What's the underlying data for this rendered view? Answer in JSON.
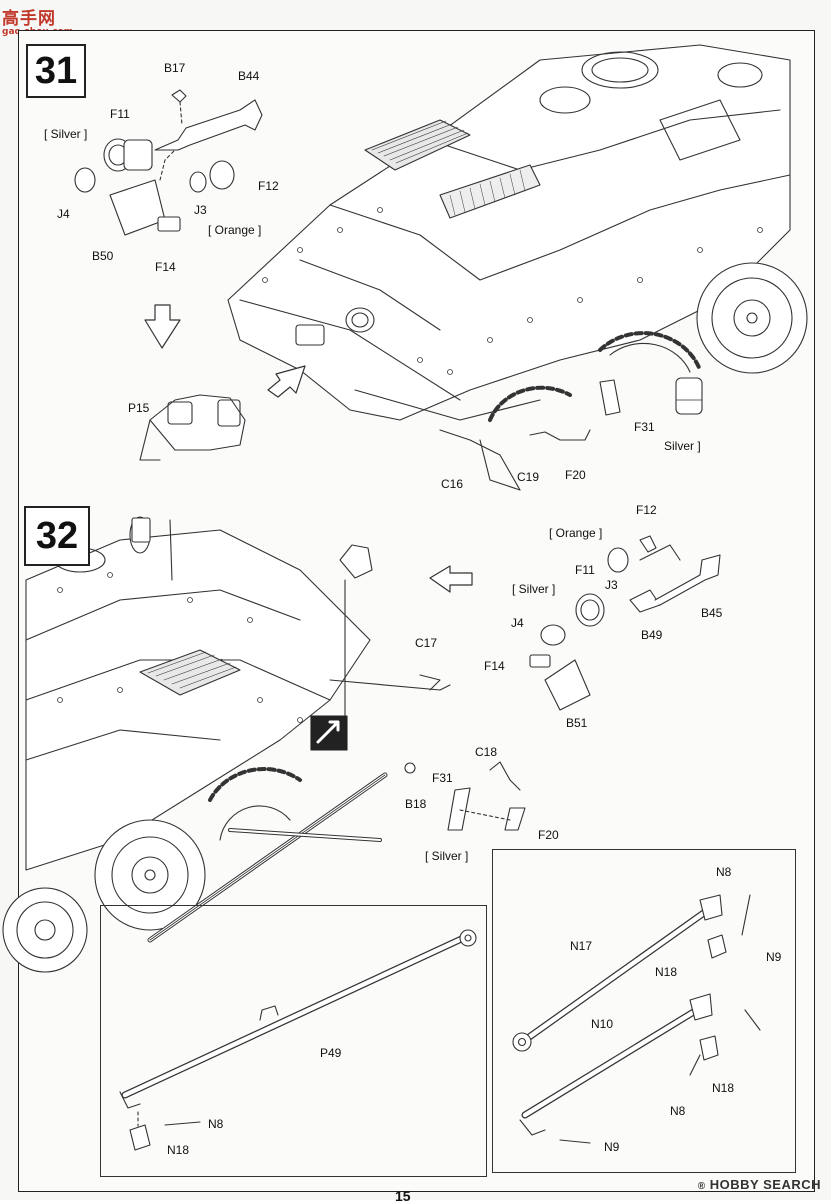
{
  "header": {
    "site_name": "高手网",
    "site_url": "gao-shou.com"
  },
  "steps": [
    {
      "number": "31",
      "labels": {
        "b17": "B17",
        "b44": "B44",
        "f11": "F11",
        "silver": "[ Silver ]",
        "j4": "J4",
        "j3": "J3",
        "f12": "F12",
        "orange": "[ Orange ]",
        "b50": "B50",
        "f14": "F14",
        "p15": "P15",
        "f31": "F31",
        "silver2": "Silver ]",
        "c16": "C16",
        "c19": "C19",
        "f20": "F20"
      }
    },
    {
      "number": "32",
      "labels": {
        "orange": "[ Orange ]",
        "f12": "F12",
        "f11": "F11",
        "j3": "J3",
        "silver": "[ Silver ]",
        "j4": "J4",
        "b49": "B49",
        "b45": "B45",
        "f14": "F14",
        "b51": "B51",
        "c17": "C17",
        "c18": "C18",
        "f31": "F31",
        "b18": "B18",
        "f20": "F20",
        "silver2": "[ Silver ]"
      }
    }
  ],
  "subdetails": {
    "left": {
      "p49": "P49",
      "n8": "N8",
      "n18": "N18"
    },
    "right": {
      "n8_top": "N8",
      "n17": "N17",
      "n18_top": "N18",
      "n9_top": "N9",
      "n10": "N10",
      "n18_bottom": "N18",
      "n8_bottom": "N8",
      "n9_bottom": "N9"
    }
  },
  "footer": {
    "watermark": "HOBBY SEARCH",
    "page_number": "15"
  }
}
